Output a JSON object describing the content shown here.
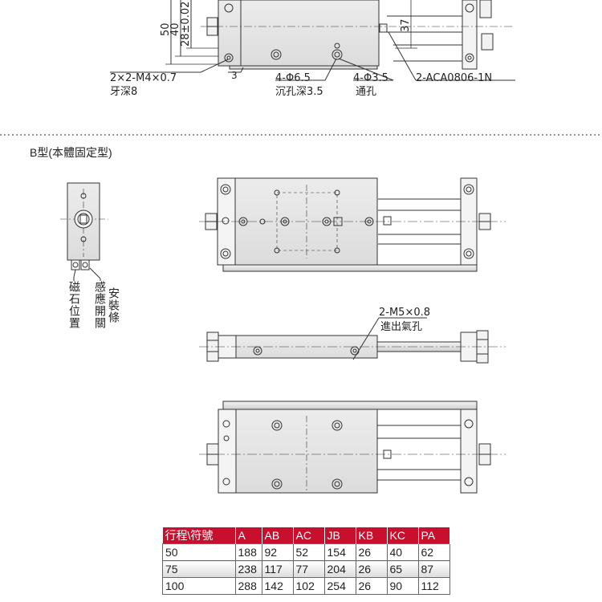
{
  "top_view": {
    "dim_50": "50",
    "dim_40": "40",
    "dim_28": "28±0.02",
    "dim_37": "37",
    "dim_3": "3",
    "callout_m4": "2×2-M4×0.7",
    "callout_m4_depth": "牙深8",
    "callout_phi65": "4-Φ6.5",
    "callout_phi65_depth": "沉孔深3.5",
    "callout_phi35": "4-Φ3.5",
    "callout_phi35_note": "通孔",
    "callout_aca": "2-ACA0806-1N"
  },
  "section": {
    "title": "B型(本體固定型)"
  },
  "side_view": {
    "magnet_label": "磁石位置",
    "sensor_label_1": "感應開關",
    "sensor_label_2": "安裝條"
  },
  "port_callout": {
    "thread": "2-M5×0.8",
    "desc": "進出氣孔"
  },
  "colors": {
    "accent_red": "#c8102e",
    "line": "#333333",
    "body_fill": "#e6e6e6"
  },
  "table": {
    "headers": [
      "行程\\符號",
      "A",
      "AB",
      "AC",
      "JB",
      "KB",
      "KC",
      "PA"
    ],
    "rows": [
      [
        "50",
        "188",
        "92",
        "52",
        "154",
        "26",
        "40",
        "62"
      ],
      [
        "75",
        "238",
        "117",
        "77",
        "204",
        "26",
        "65",
        "87"
      ],
      [
        "100",
        "288",
        "142",
        "102",
        "254",
        "26",
        "90",
        "112"
      ]
    ]
  }
}
